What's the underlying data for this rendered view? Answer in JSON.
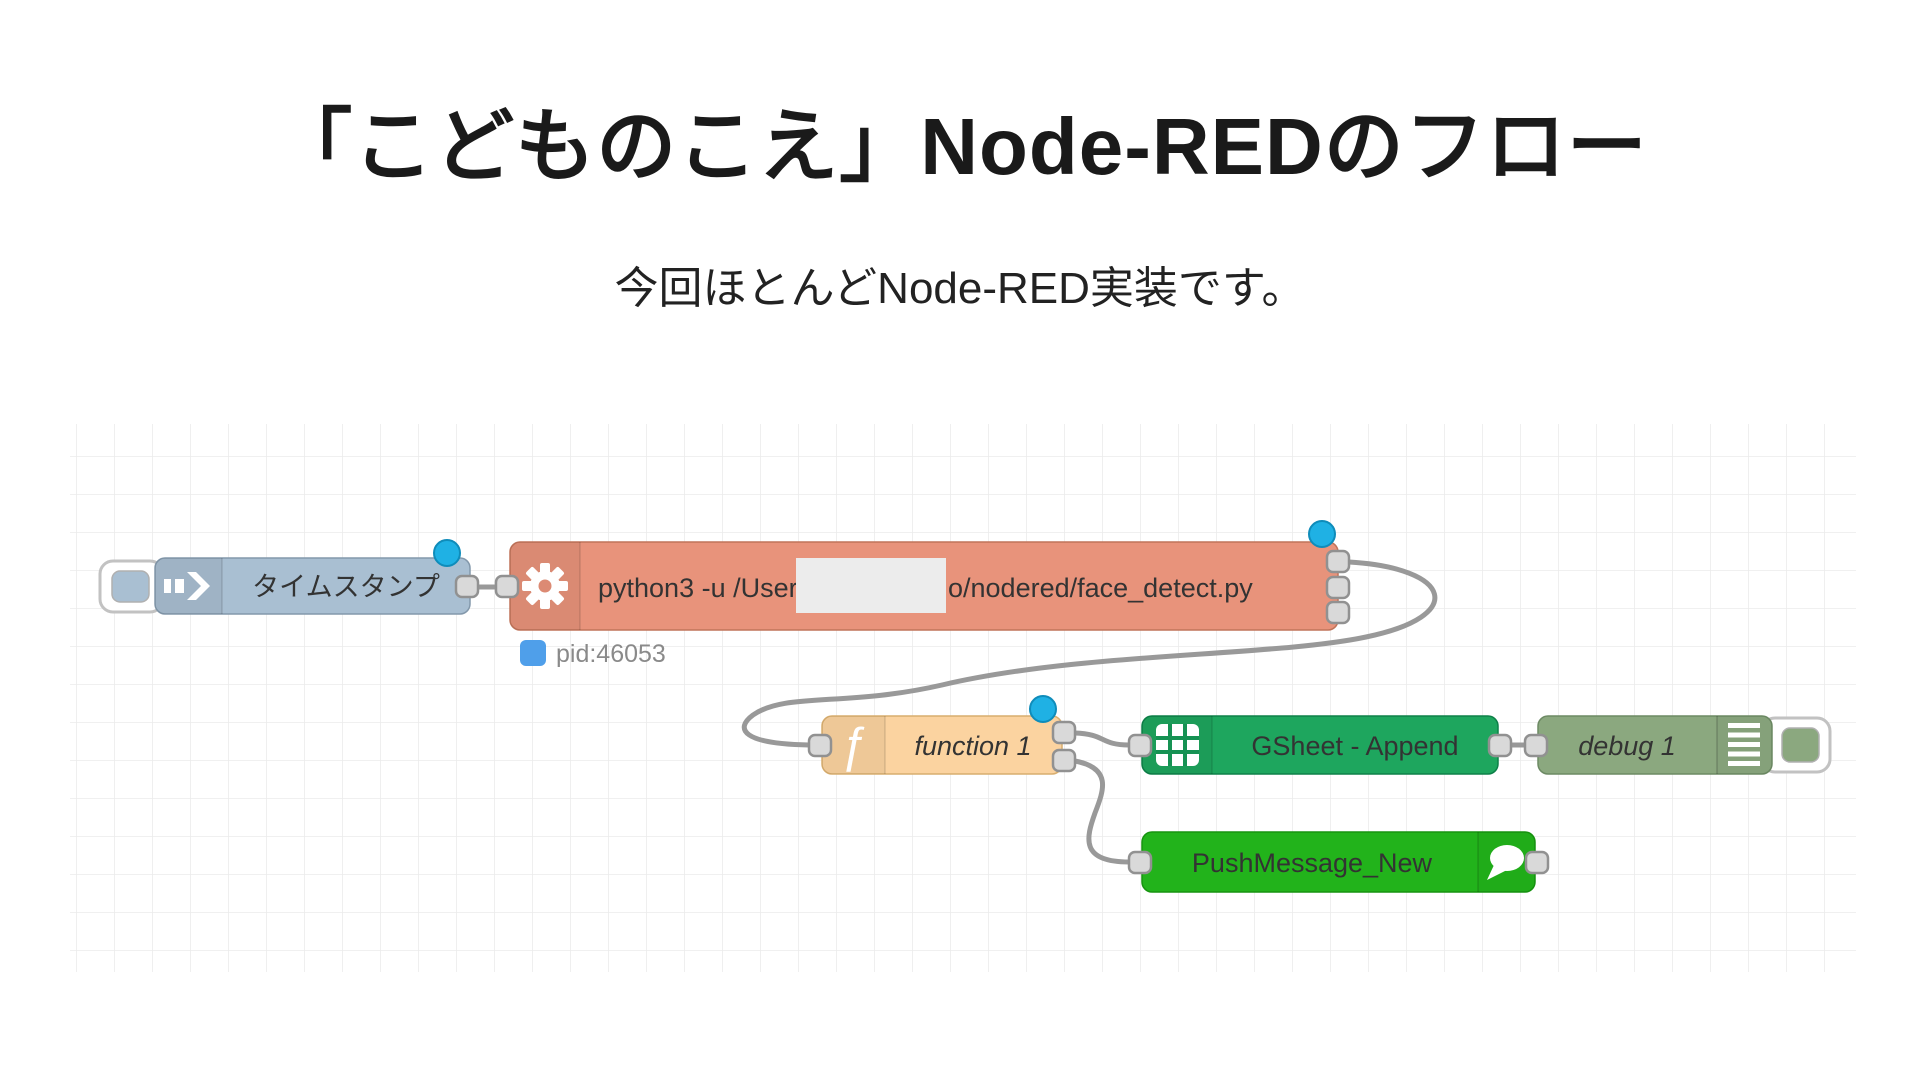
{
  "slide": {
    "title": "「こどものこえ」Node-REDのフロー",
    "subtitle": "今回ほとんどNode-RED実装です。"
  },
  "flow": {
    "inject": {
      "label": "タイムスタンプ",
      "type": "inject-node"
    },
    "exec": {
      "label_prefix": "python3 -u /Users",
      "label_suffix": "o/nodered/face_detect.py",
      "status": "pid:46053",
      "type": "exec-node"
    },
    "function": {
      "label": "function 1",
      "type": "function-node"
    },
    "gsheet": {
      "label": "GSheet - Append",
      "type": "gsheet-append-node"
    },
    "debug": {
      "label": "debug 1",
      "type": "debug-node"
    },
    "push": {
      "label": "PushMessage_New",
      "type": "push-message-node"
    },
    "colors": {
      "inject": "#a9bfd2",
      "exec": "#e8937b",
      "function": "#fbd3a0",
      "gsheet": "#1ea65e",
      "debug": "#8ba87f",
      "push": "#22b31b",
      "wire": "#999999",
      "port": "#d9d9d9",
      "changed_dot": "#1fb1e4",
      "status_dot": "#4f9fea"
    },
    "icons": {
      "inject": "arrow-right-icon",
      "exec": "gear-icon",
      "function": "f-function-icon",
      "gsheet": "spreadsheet-icon",
      "debug": "list-lines-icon",
      "push": "chat-bubble-icon"
    }
  }
}
